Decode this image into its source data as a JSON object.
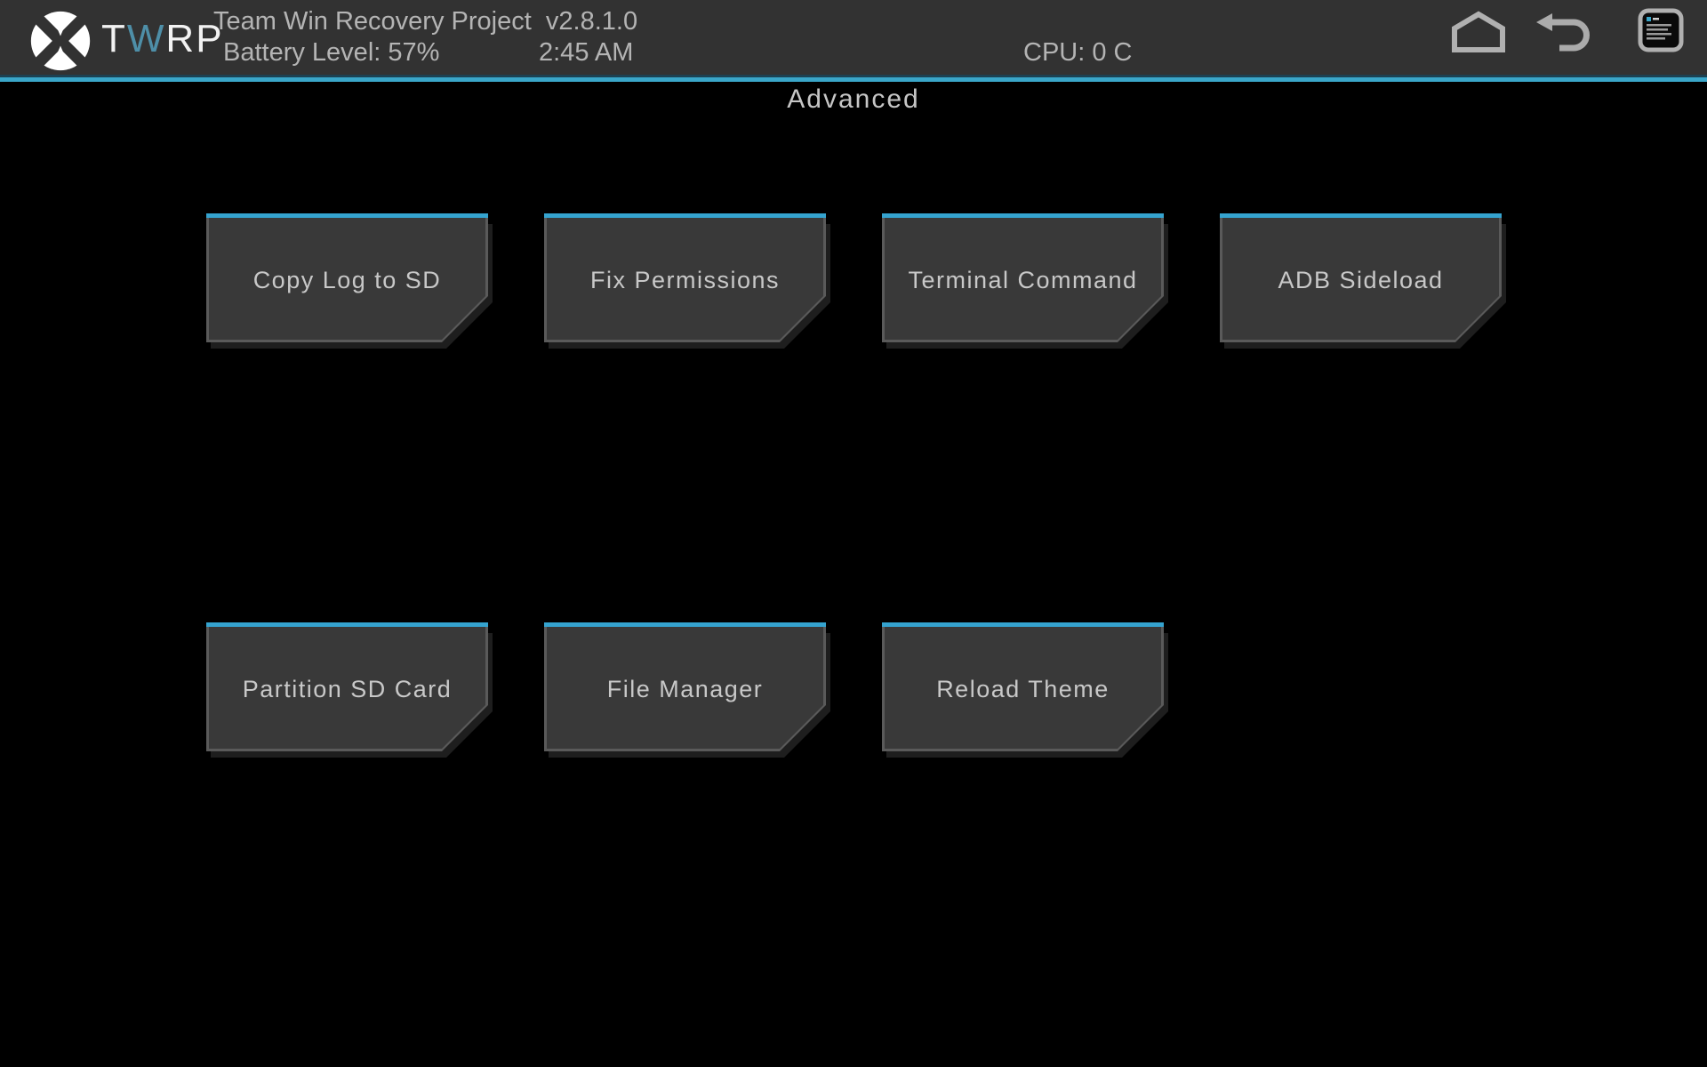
{
  "brand": {
    "t": "T",
    "w": "W",
    "rp": "RP"
  },
  "statusbar": {
    "title": "Team Win Recovery Project  v2.8.1.0",
    "battery": "Battery Level: 57%",
    "time": "2:45 AM",
    "cpu": "CPU: 0 C"
  },
  "icons": {
    "home": "home-icon",
    "back": "back-icon",
    "console": "console-log-icon"
  },
  "page": {
    "title": "Advanced"
  },
  "buttons": {
    "row1": [
      "Copy Log to SD",
      "Fix Permissions",
      "Terminal Command",
      "ADB Sideload"
    ],
    "row2": [
      "Partition SD Card",
      "File Manager",
      "Reload Theme"
    ]
  },
  "colors": {
    "accent": "#35a3cf",
    "bar_background": "#323232",
    "button_fill": "#393939",
    "button_edge": "#5a5a5a",
    "label_text": "#c8c8c8",
    "brand_w": "#4e8fa8"
  }
}
